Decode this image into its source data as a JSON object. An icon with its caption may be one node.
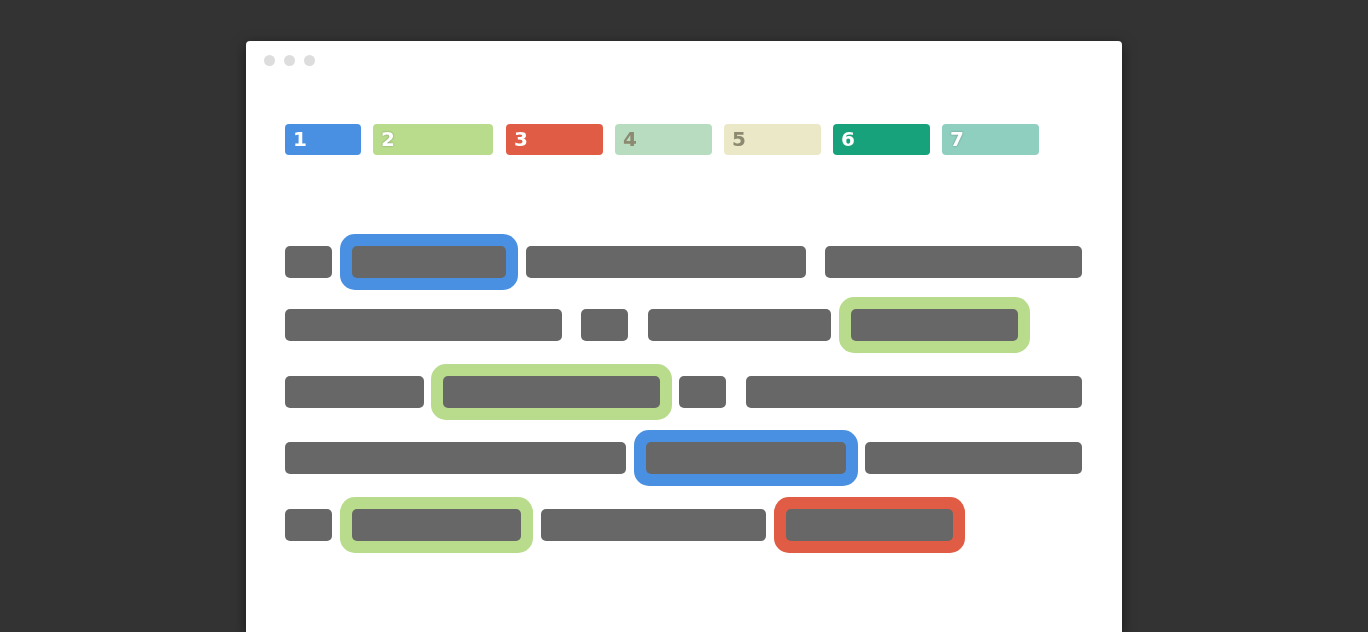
{
  "diagram": {
    "legend": [
      {
        "text": "1",
        "color": "#4a90e2"
      },
      {
        "text": "2",
        "color": "#b8dc8c"
      },
      {
        "text": "3",
        "color": "#e05c44"
      },
      {
        "text": "4",
        "color": "#b8dcc0"
      },
      {
        "text": "5",
        "color": "#ebe8c8"
      },
      {
        "text": "6",
        "color": "#18a27c"
      },
      {
        "text": "7",
        "color": "#8ecfc0"
      }
    ]
  }
}
